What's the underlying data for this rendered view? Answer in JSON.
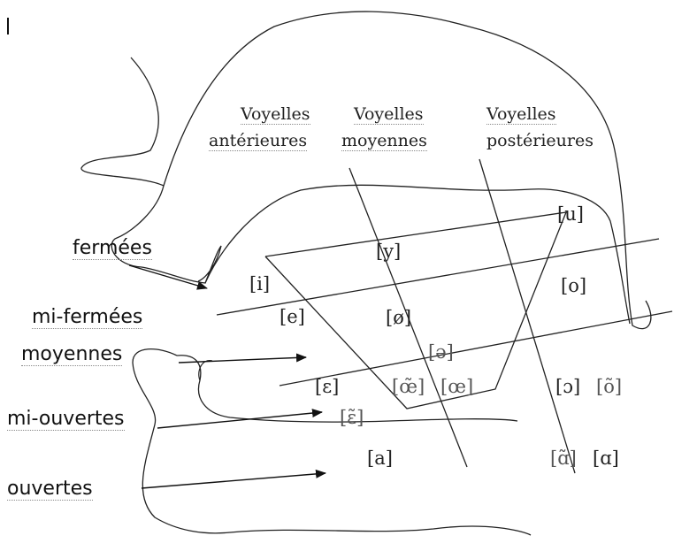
{
  "headers": {
    "anterior_1": "Voyelles",
    "anterior_2": "antérieures",
    "middle_1": "Voyelles",
    "middle_2": "moyennes",
    "posterior_1": "Voyelles",
    "posterior_2": "postérieures"
  },
  "openness": {
    "fermees": "fermées",
    "mi_fermees": "mi-fermées",
    "moyennes": "moyennes",
    "mi_ouvertes": "mi-ouvertes",
    "ouvertes": "ouvertes"
  },
  "vowels": {
    "u": "[u]",
    "y": "[y]",
    "i": "[i]",
    "o": "[o]",
    "e": "[e]",
    "oe_closed": "[ø]",
    "schwa": "[ə]",
    "epsilon": "[ɛ]",
    "oe_nasal": "[œ̃]",
    "oe_open": "[œ]",
    "open_o": "[ɔ]",
    "o_nasal": "[õ]",
    "epsilon_nasal": "[ɛ̃]",
    "a": "[a]",
    "a_nasal": "[ɑ̃]",
    "alpha": "[ɑ]"
  }
}
